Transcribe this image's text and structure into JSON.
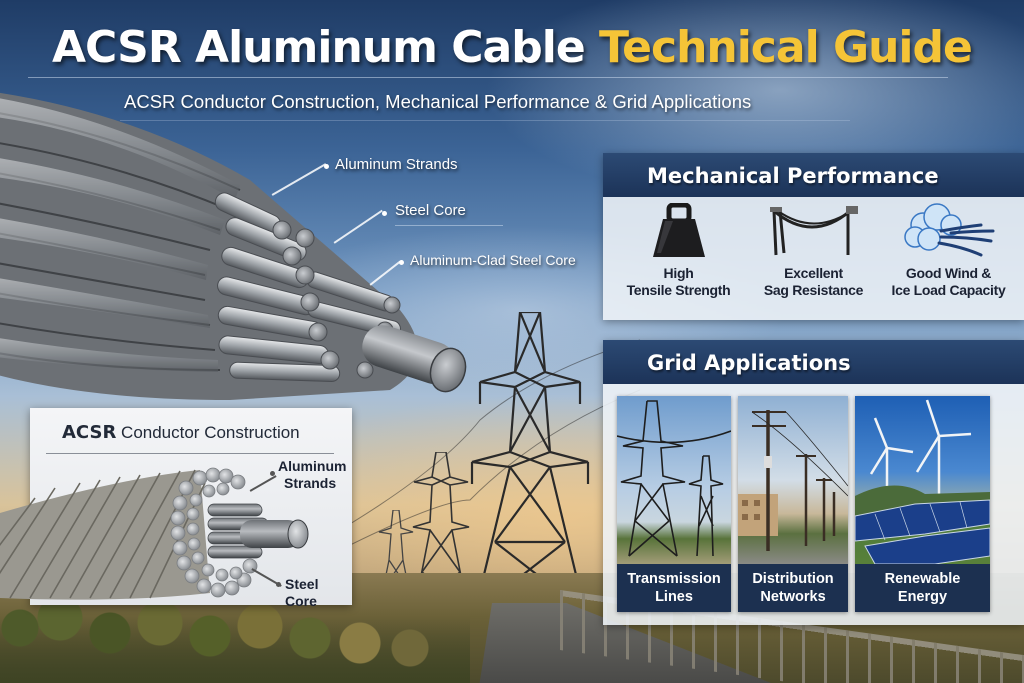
{
  "header": {
    "title_main": "ACSR Aluminum Cable ",
    "title_accent": "Technical Guide",
    "subtitle": "ACSR Conductor Construction, Mechanical Performance & Grid Applications"
  },
  "hero_callouts": [
    {
      "label": "Aluminum Strands"
    },
    {
      "label": "Steel Core"
    },
    {
      "label": "Aluminum-Clad Steel Core"
    }
  ],
  "construction_panel": {
    "title_bold": "ACSR",
    "title_rest": " Conductor Construction",
    "labels": {
      "aluminum_line1": "Aluminum",
      "aluminum_line2": "Strands",
      "steel": "Steel Core"
    }
  },
  "mechanical_panel": {
    "title": "Mechanical Performance",
    "items": [
      {
        "icon": "weight-icon",
        "line1": "High",
        "line2": "Tensile Strength"
      },
      {
        "icon": "sagging-cable-icon",
        "line1": "Excellent",
        "line2": "Sag Resistance"
      },
      {
        "icon": "wind-ice-cloud-icon",
        "line1": "Good Wind &",
        "line2": "Ice Load Capacity"
      }
    ]
  },
  "grid_panel": {
    "title": "Grid Applications",
    "cards": [
      {
        "image": "transmission-towers",
        "line1": "Transmission",
        "line2": "Lines"
      },
      {
        "image": "distribution-poles",
        "line1": "Distribution",
        "line2": "Networks"
      },
      {
        "image": "wind-turbines-solar-panels",
        "line1": "Renewable",
        "line2": "Energy"
      }
    ]
  },
  "colors": {
    "title_accent": "#f5c437",
    "panel_header": "#1f3a62",
    "panel_body": "#eef2f7",
    "card_label_bg": "#1c3050"
  }
}
